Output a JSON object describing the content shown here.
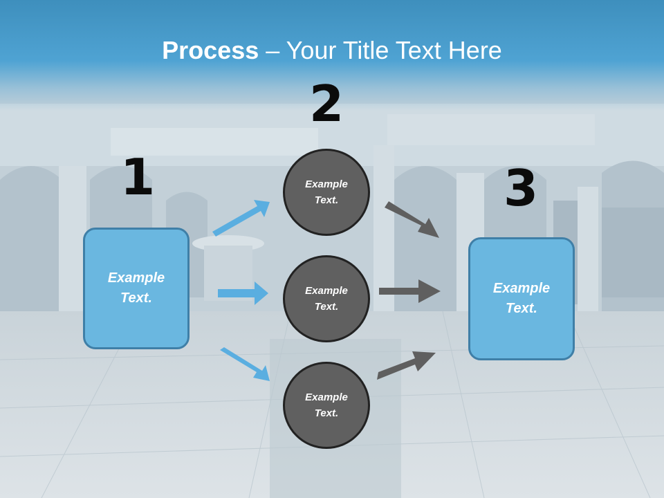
{
  "title": {
    "bold": "Process",
    "rest": " – Your Title Text Here"
  },
  "steps": {
    "one": "1",
    "two": "2",
    "three": "3"
  },
  "boxes": {
    "left": "Example Text.",
    "right": "Example Text."
  },
  "circles": [
    "Example Text.",
    "Example Text.",
    "Example Text."
  ],
  "colors": {
    "header": "#4fa3d3",
    "box_fill": "#6ab7e0",
    "circle_fill": "#606060",
    "arrow_blue": "#5aaee0",
    "arrow_gray": "#5f5f5f"
  }
}
